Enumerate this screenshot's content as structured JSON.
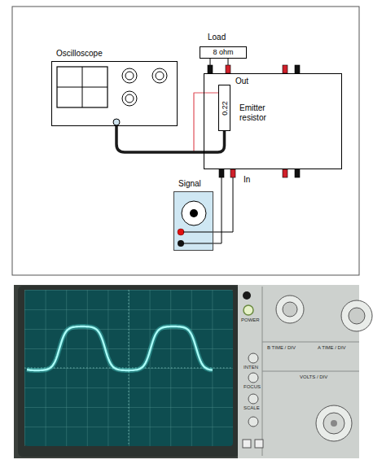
{
  "diagram": {
    "nodes": [
      {
        "text": [
          "Oscilloscope"
        ]
      },
      {
        "text": [
          "Load",
          "8 ohm"
        ]
      },
      {
        "text": [
          "Out",
          "In"
        ]
      },
      {
        "text": [
          "0.22",
          "Emitter resistor"
        ],
        "in": 2
      },
      {
        "text": [
          "Signal"
        ]
      }
    ],
    "edges": [
      {
        "from": 0,
        "to": 3,
        "arrow": "none"
      },
      {
        "from": 1,
        "to": 2,
        "arrow": "none"
      },
      {
        "from": 4,
        "to": 2,
        "arrow": "none"
      }
    ],
    "labels": [
      "POWER",
      "INTEN",
      "FOCUS",
      "SCALE",
      "B TIME / DIV",
      "A TIME / DIV",
      "VOLTS / DIV"
    ]
  }
}
